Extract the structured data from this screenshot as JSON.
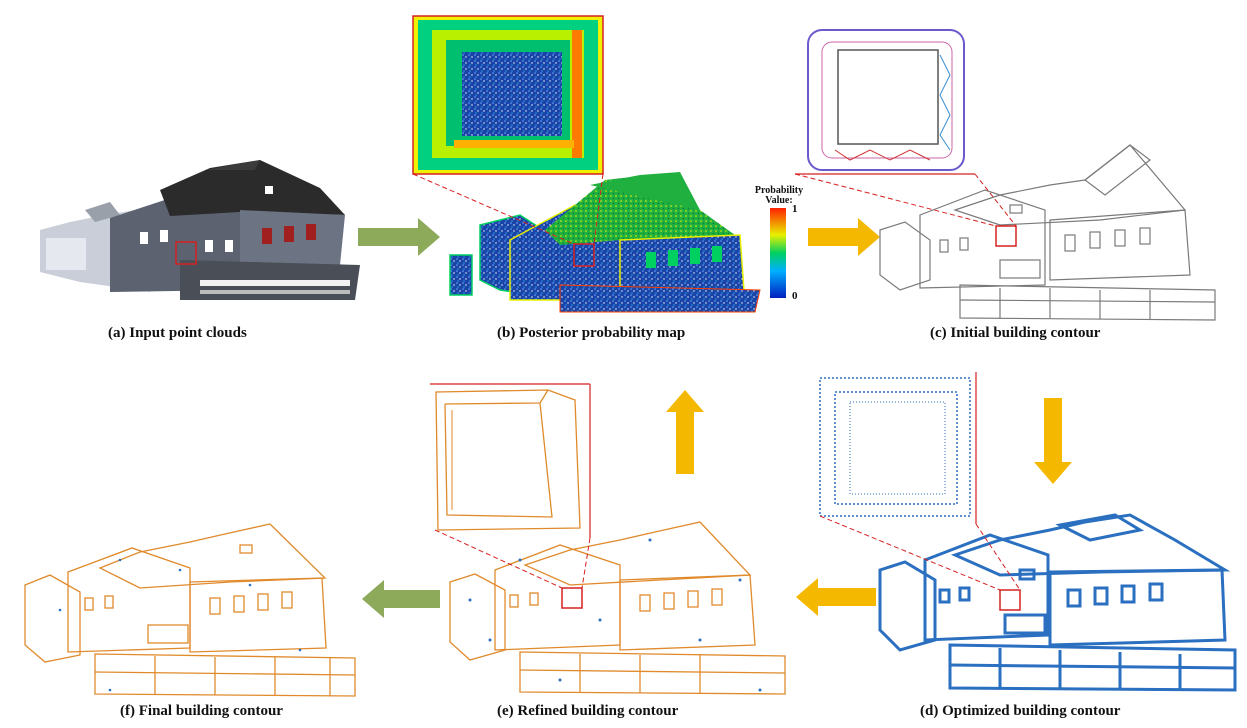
{
  "captions": {
    "a": "(a)  Input point clouds",
    "b": "(b)  Posterior probability map",
    "c": "(c)  Initial building contour",
    "d": "(d) Optimized building contour",
    "e": "(e) Refined building contour",
    "f": "(f) Final building contour"
  },
  "legend": {
    "title_line1": "Probability",
    "title_line2": "Value:",
    "max_label": "1",
    "min_label": "0"
  },
  "colors": {
    "green_arrow": "#8DAA5A",
    "orange_arrow": "#F5B800",
    "red_marker": "#D62020",
    "contour_gray": "#7a7a7a",
    "contour_blue": "#2a6fc0",
    "contour_orange": "#e08a2c",
    "cloud_dark": "#2b2b2b"
  }
}
